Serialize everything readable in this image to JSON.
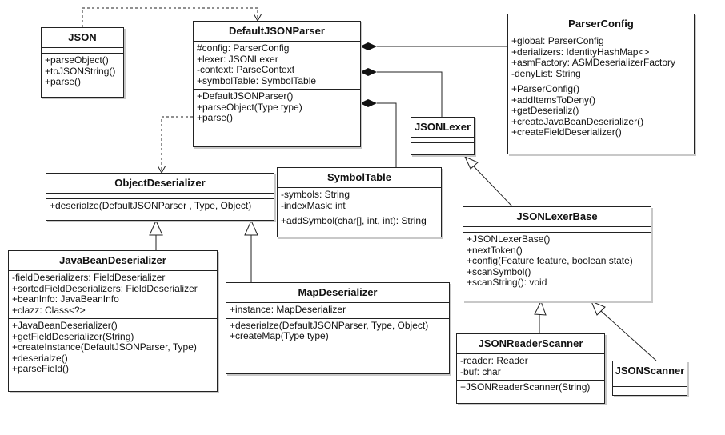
{
  "classes": {
    "json": {
      "name": "JSON",
      "attributes": [],
      "methods": [
        "+parseObject()",
        "+toJSONString()",
        "+parse()"
      ]
    },
    "default_json_parser": {
      "name": "DefaultJSONParser",
      "attributes": [
        "#config: ParserConfig",
        "+lexer: JSONLexer",
        "-context: ParseContext",
        "+symbolTable: SymbolTable"
      ],
      "methods": [
        "+DefaultJSONParser()",
        "+parseObject(Type type)",
        "+parse()"
      ]
    },
    "parser_config": {
      "name": "ParserConfig",
      "attributes": [
        "+global: ParserConfig",
        "+derializers: IdentityHashMap<>",
        "+asmFactory: ASMDeserializerFactory",
        "-denyList: String"
      ],
      "methods": [
        "+ParserConfig()",
        "+addItemsToDeny()",
        "+getDeserializ()",
        "+createJavaBeanDeserializer()",
        "+createFieldDeserializer()"
      ]
    },
    "json_lexer": {
      "name": "JSONLexer",
      "attributes": [],
      "methods": []
    },
    "object_deserializer": {
      "name": "ObjectDeserializer",
      "attributes": [],
      "methods": [
        "+deserialze(DefaultJSONParser , Type, Object)"
      ]
    },
    "symbol_table": {
      "name": "SymbolTable",
      "attributes": [
        "-symbols: String",
        "-indexMask: int"
      ],
      "methods": [
        "+addSymbol(char[], int, int): String"
      ]
    },
    "json_lexer_base": {
      "name": "JSONLexerBase",
      "attributes": [],
      "methods": [
        "+JSONLexerBase()",
        "+nextToken()",
        "+config(Feature feature, boolean state)",
        "+scanSymbol()",
        "+scanString(): void"
      ]
    },
    "java_bean_deserializer": {
      "name": "JavaBeanDeserializer",
      "attributes": [
        "-fieldDeserializers: FieldDeserializer",
        "+sortedFieldDeserializers: FieldDeserializer",
        "+beanInfo: JavaBeanInfo",
        "+clazz: Class<?>"
      ],
      "methods": [
        "+JavaBeanDeserializer()",
        "+getFieldDeserializer(String)",
        "+createInstance(DefaultJSONParser, Type)",
        "+deserialze()",
        "+parseField()"
      ]
    },
    "map_deserializer": {
      "name": "MapDeserializer",
      "attributes": [
        "+instance: MapDeserializer"
      ],
      "methods": [
        "+deserialze(DefaultJSONParser, Type, Object)",
        "+createMap(Type type)"
      ]
    },
    "json_reader_scanner": {
      "name": "JSONReaderScanner",
      "attributes": [
        "-reader: Reader",
        "-buf: char"
      ],
      "methods": [
        "+JSONReaderScanner(String)"
      ]
    },
    "json_scanner": {
      "name": "JSONScanner",
      "attributes": [],
      "methods": []
    }
  }
}
